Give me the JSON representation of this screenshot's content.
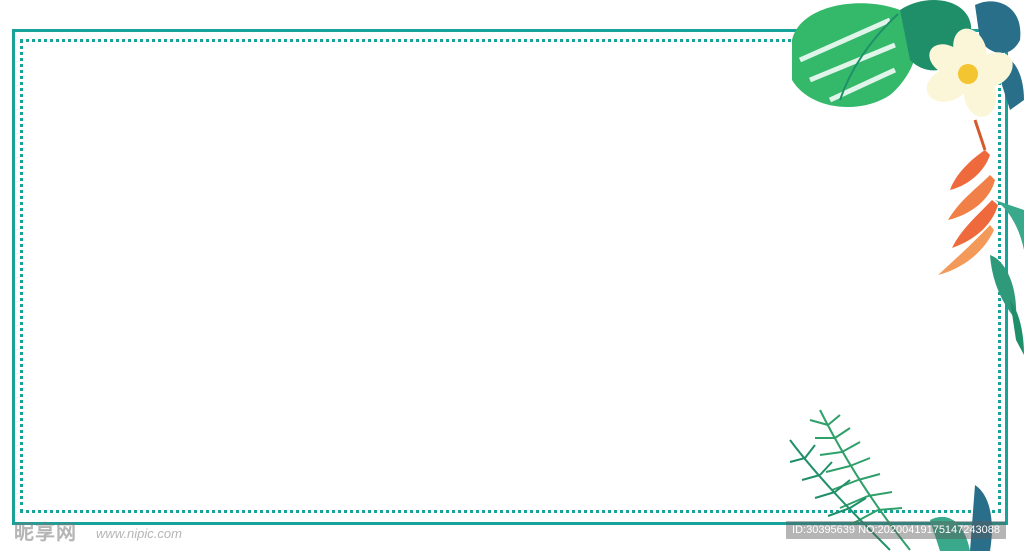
{
  "colors": {
    "frame": "#17a39a",
    "leaf_dark": "#1f8f6a",
    "leaf_light": "#3cc36a",
    "flower_petal": "#fbf6d8",
    "flower_center": "#f2c531",
    "heliconia": "#ee6a3d"
  },
  "decorations": {
    "top_right": [
      "monstera-leaf-icon",
      "plumeria-flower-icon",
      "heliconia-flower-icon",
      "palm-leaf-icon"
    ],
    "bottom_right": [
      "fern-leaf-icon",
      "palm-leaf-icon"
    ]
  },
  "watermark": {
    "logo": "昵享网",
    "url": "www.nipic.com",
    "id_text": "ID:30395639 NO:20200419175147243088"
  }
}
